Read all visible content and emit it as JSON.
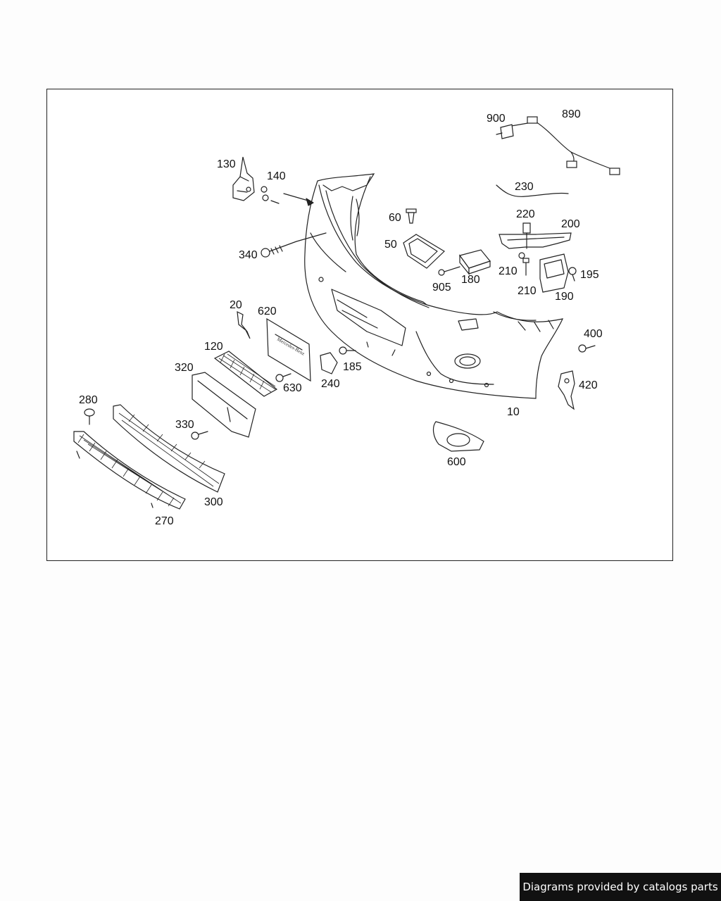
{
  "diagram": {
    "part_labels": [
      {
        "id": "p900",
        "text": "900"
      },
      {
        "id": "p890",
        "text": "890"
      },
      {
        "id": "p130",
        "text": "130"
      },
      {
        "id": "p140",
        "text": "140"
      },
      {
        "id": "p230",
        "text": "230"
      },
      {
        "id": "p60",
        "text": "60"
      },
      {
        "id": "p220",
        "text": "220"
      },
      {
        "id": "p200",
        "text": "200"
      },
      {
        "id": "p50",
        "text": "50"
      },
      {
        "id": "p340",
        "text": "340"
      },
      {
        "id": "p210a",
        "text": "210"
      },
      {
        "id": "p195",
        "text": "195"
      },
      {
        "id": "p905",
        "text": "905"
      },
      {
        "id": "p180",
        "text": "180"
      },
      {
        "id": "p210b",
        "text": "210"
      },
      {
        "id": "p190",
        "text": "190"
      },
      {
        "id": "p20",
        "text": "20"
      },
      {
        "id": "p620",
        "text": "620"
      },
      {
        "id": "p400",
        "text": "400"
      },
      {
        "id": "p120",
        "text": "120"
      },
      {
        "id": "p185",
        "text": "185"
      },
      {
        "id": "p320",
        "text": "320"
      },
      {
        "id": "p630",
        "text": "630"
      },
      {
        "id": "p240",
        "text": "240"
      },
      {
        "id": "p420",
        "text": "420"
      },
      {
        "id": "p280",
        "text": "280"
      },
      {
        "id": "p10",
        "text": "10"
      },
      {
        "id": "p330",
        "text": "330"
      },
      {
        "id": "p600",
        "text": "600"
      },
      {
        "id": "p300",
        "text": "300"
      },
      {
        "id": "p270",
        "text": "270"
      }
    ]
  },
  "footer": {
    "caption": "Diagrams provided by catalogs parts"
  }
}
